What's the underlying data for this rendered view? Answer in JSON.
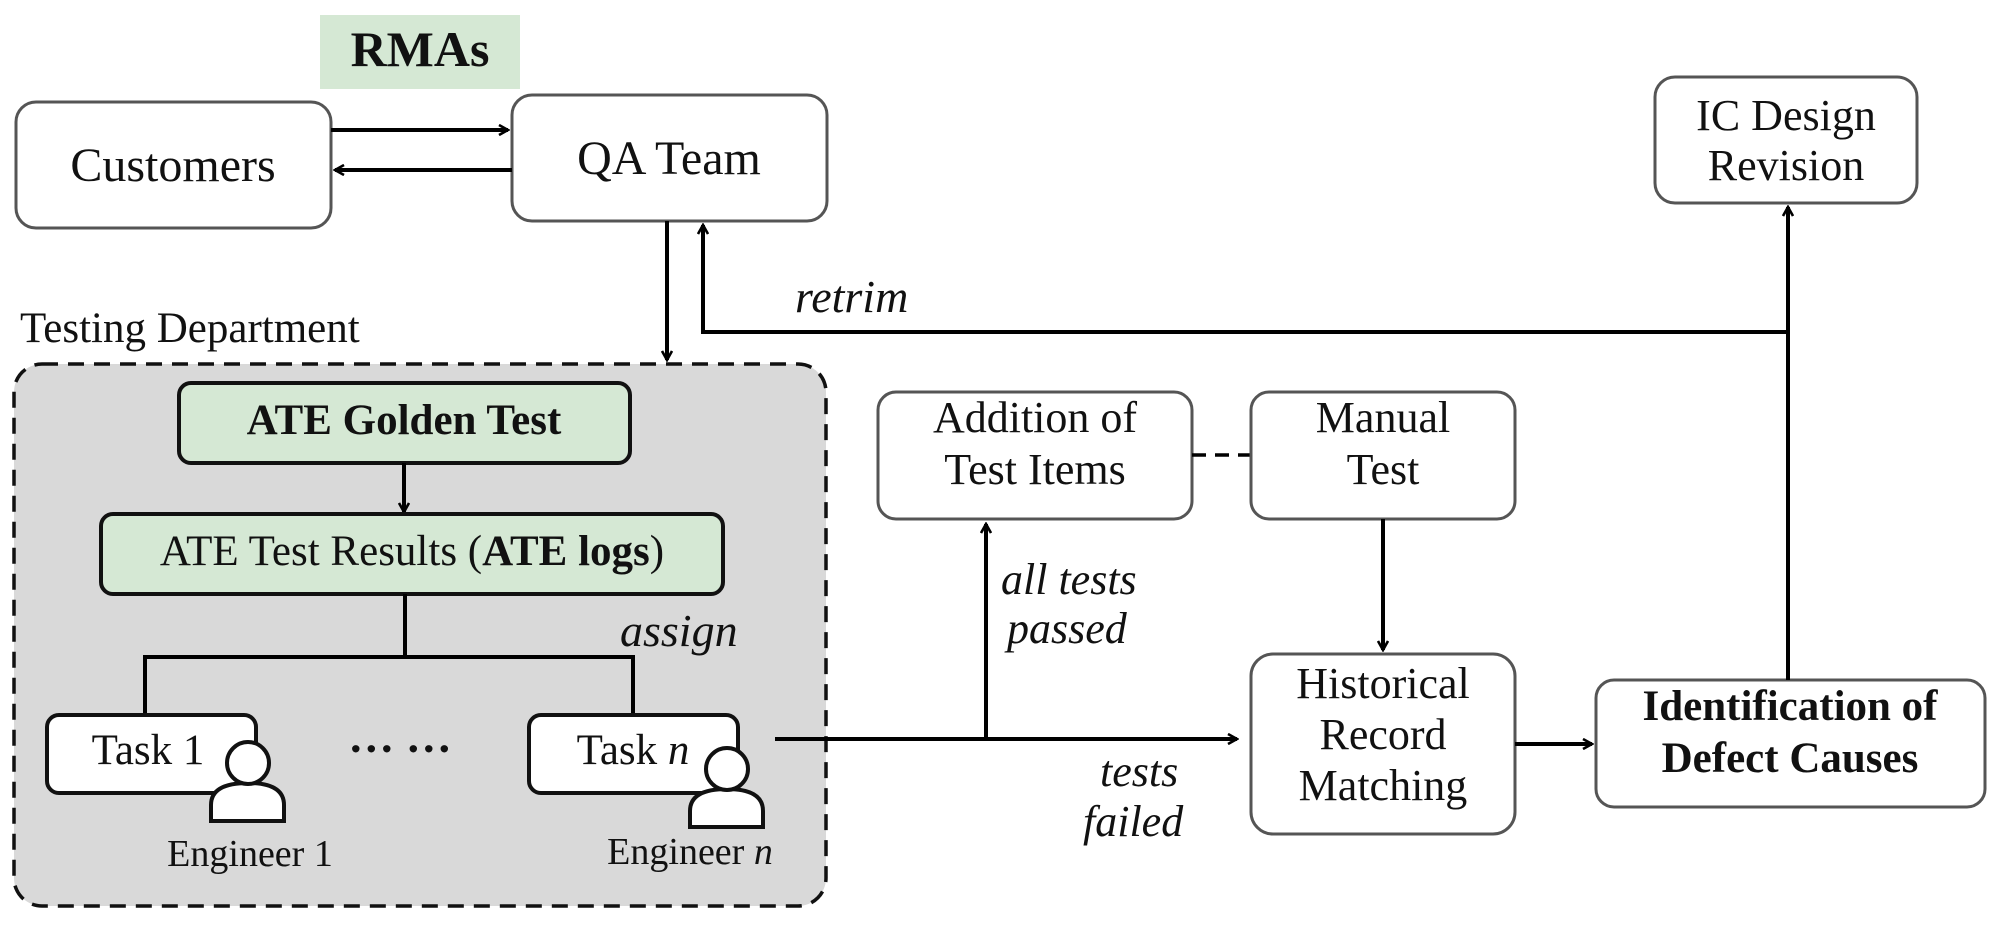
{
  "labels": {
    "rmas": "RMAs",
    "customers": "Customers",
    "qa_team": "QA Team",
    "ic_design_line1": "IC Design",
    "ic_design_line2": "Revision",
    "retrim": "retrim",
    "testing_department": "Testing Department",
    "ate_golden_test": "ATE Golden Test",
    "ate_results_prefix": "ATE Test Results (",
    "ate_results_bold": "ATE logs",
    "ate_results_suffix": ")",
    "assign": "assign",
    "task1": "Task 1",
    "taskn_prefix": "Task ",
    "taskn_italic": "n",
    "ellipsis": "… …",
    "engineer1": "Engineer 1",
    "engineern_prefix": "Engineer ",
    "engineern_italic": "n",
    "addition_line1": "Addition of",
    "addition_line2": "Test Items",
    "manual_line1": "Manual",
    "manual_line2": "Test",
    "all_tests_line1": "all tests",
    "all_tests_line2": "passed",
    "tests_failed_line1": "tests",
    "tests_failed_line2": "failed",
    "historical_line1": "Historical",
    "historical_line2": "Record",
    "historical_line3": "Matching",
    "identification_line1": "Identification of",
    "identification_line2": "Defect Causes"
  },
  "colors": {
    "green_fill": "#d5e8d4",
    "department_fill": "#d9d9d9",
    "box_stroke": "#555555",
    "line": "#000000"
  }
}
